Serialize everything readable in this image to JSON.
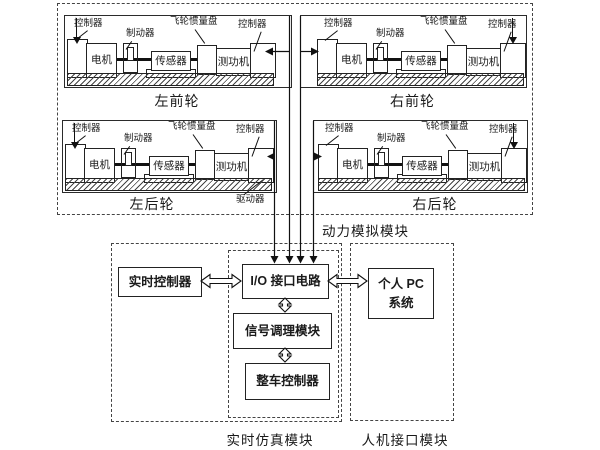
{
  "colors": {
    "ink": "#1a1a1a",
    "background": "#ffffff"
  },
  "labels": {
    "controller": "控制器",
    "brake": "制动器",
    "flywheel": "飞轮惯量盘",
    "motor": "电机",
    "sensor": "传感器",
    "dynamometer": "测功机",
    "driver": "驱动器"
  },
  "stations": {
    "front_left": "左前轮",
    "front_right": "右前轮",
    "rear_left": "左后轮",
    "rear_right": "右后轮"
  },
  "modules": {
    "power_sim": "动力模拟模块",
    "realtime_sim": "实时仿真模块",
    "hmi": "人机接口模块"
  },
  "blocks": {
    "realtime_controller": "实时控制器",
    "io_interface": "I/O 接口电路",
    "signal_conditioning": "信号调理模块",
    "vehicle_controller": "整车控制器",
    "pc_line1": "个人 PC",
    "pc_line2": "系统"
  }
}
